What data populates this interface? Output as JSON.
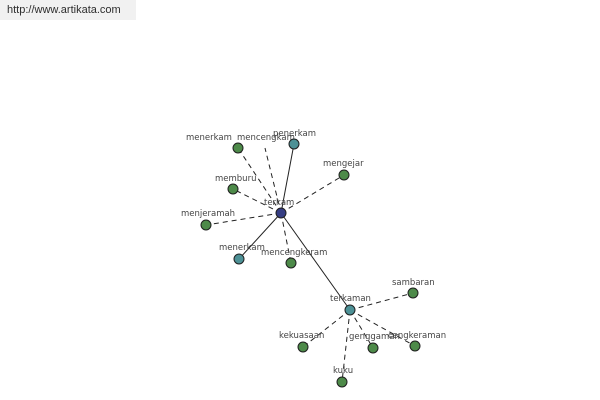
{
  "source": {
    "url_text": "http://www.artikata.com"
  },
  "diagram": {
    "nodes": {
      "terkam": {
        "label": "terkam",
        "color": "#353d83"
      },
      "penerkam": {
        "label": "penerkam",
        "color": "#4d9196"
      },
      "menerkam_top": {
        "label": "menerkam",
        "color": "#4d8a49"
      },
      "mencengkam": {
        "label": "mencengkam",
        "color": "#4d8a49"
      },
      "mengejar": {
        "label": "mengejar",
        "color": "#4d8a49"
      },
      "memburu": {
        "label": "memburu",
        "color": "#4d8a49"
      },
      "menjeramah": {
        "label": "menjeramah",
        "color": "#4d8a49"
      },
      "menerkam_mid": {
        "label": "menerkam",
        "color": "#4d9196"
      },
      "mencengkeram": {
        "label": "mencengkeram",
        "color": "#4d8a49"
      },
      "terkaman": {
        "label": "terkaman",
        "color": "#4d9196"
      },
      "sambaran": {
        "label": "sambaran",
        "color": "#4d8a49"
      },
      "kekuasaan": {
        "label": "kekuasaan",
        "color": "#4d8a49"
      },
      "genggaman": {
        "label": "genggaman",
        "color": "#4d8a49"
      },
      "cengkeraman": {
        "label": "cengkeraman",
        "color": "#4d8a49"
      },
      "kuku": {
        "label": "kuku",
        "color": "#4d8a49"
      }
    }
  }
}
